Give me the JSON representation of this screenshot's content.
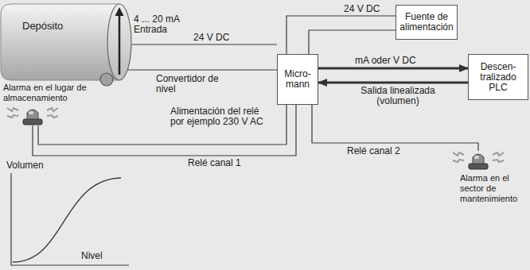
{
  "diagram": {
    "nodes": [
      {
        "text": [
          "Depósito"
        ]
      },
      {
        "text": [
          "Convertidor de nivel"
        ]
      },
      {
        "text": [
          "Micro- mann"
        ]
      },
      {
        "text": [
          "Fuente de alimentación"
        ]
      },
      {
        "text": [
          "Descen- tralizado PLC"
        ]
      },
      {
        "text": [
          "Alarma en el lugar de almacenamiento"
        ]
      },
      {
        "text": [
          "Alarma en el sector de mantenimiento"
        ]
      }
    ],
    "edges": [
      {
        "from": 0,
        "to": 2,
        "arrow": "none",
        "label": "24 V DC"
      },
      {
        "from": 1,
        "to": 2,
        "arrow": "none"
      },
      {
        "from": 2,
        "to": 3,
        "arrow": "none",
        "label": "24 V DC"
      },
      {
        "from": 2,
        "to": 3,
        "arrow": "none"
      },
      {
        "from": 2,
        "to": 4,
        "arrow": "to",
        "label": "mA oder V DC"
      },
      {
        "from": 4,
        "to": 2,
        "arrow": "to",
        "label": "Salida linealizada (volumen)"
      },
      {
        "from": 2,
        "to": 5,
        "arrow": "none",
        "label": "Relé canal 1"
      },
      {
        "from": 2,
        "to": 6,
        "arrow": "none",
        "label": "Relé canal 2"
      }
    ],
    "labels": [
      "4 ... 20 mA Entrada",
      "Alimentación del relé por ejemplo 230 V AC",
      "Volumen",
      "Nivel"
    ]
  }
}
